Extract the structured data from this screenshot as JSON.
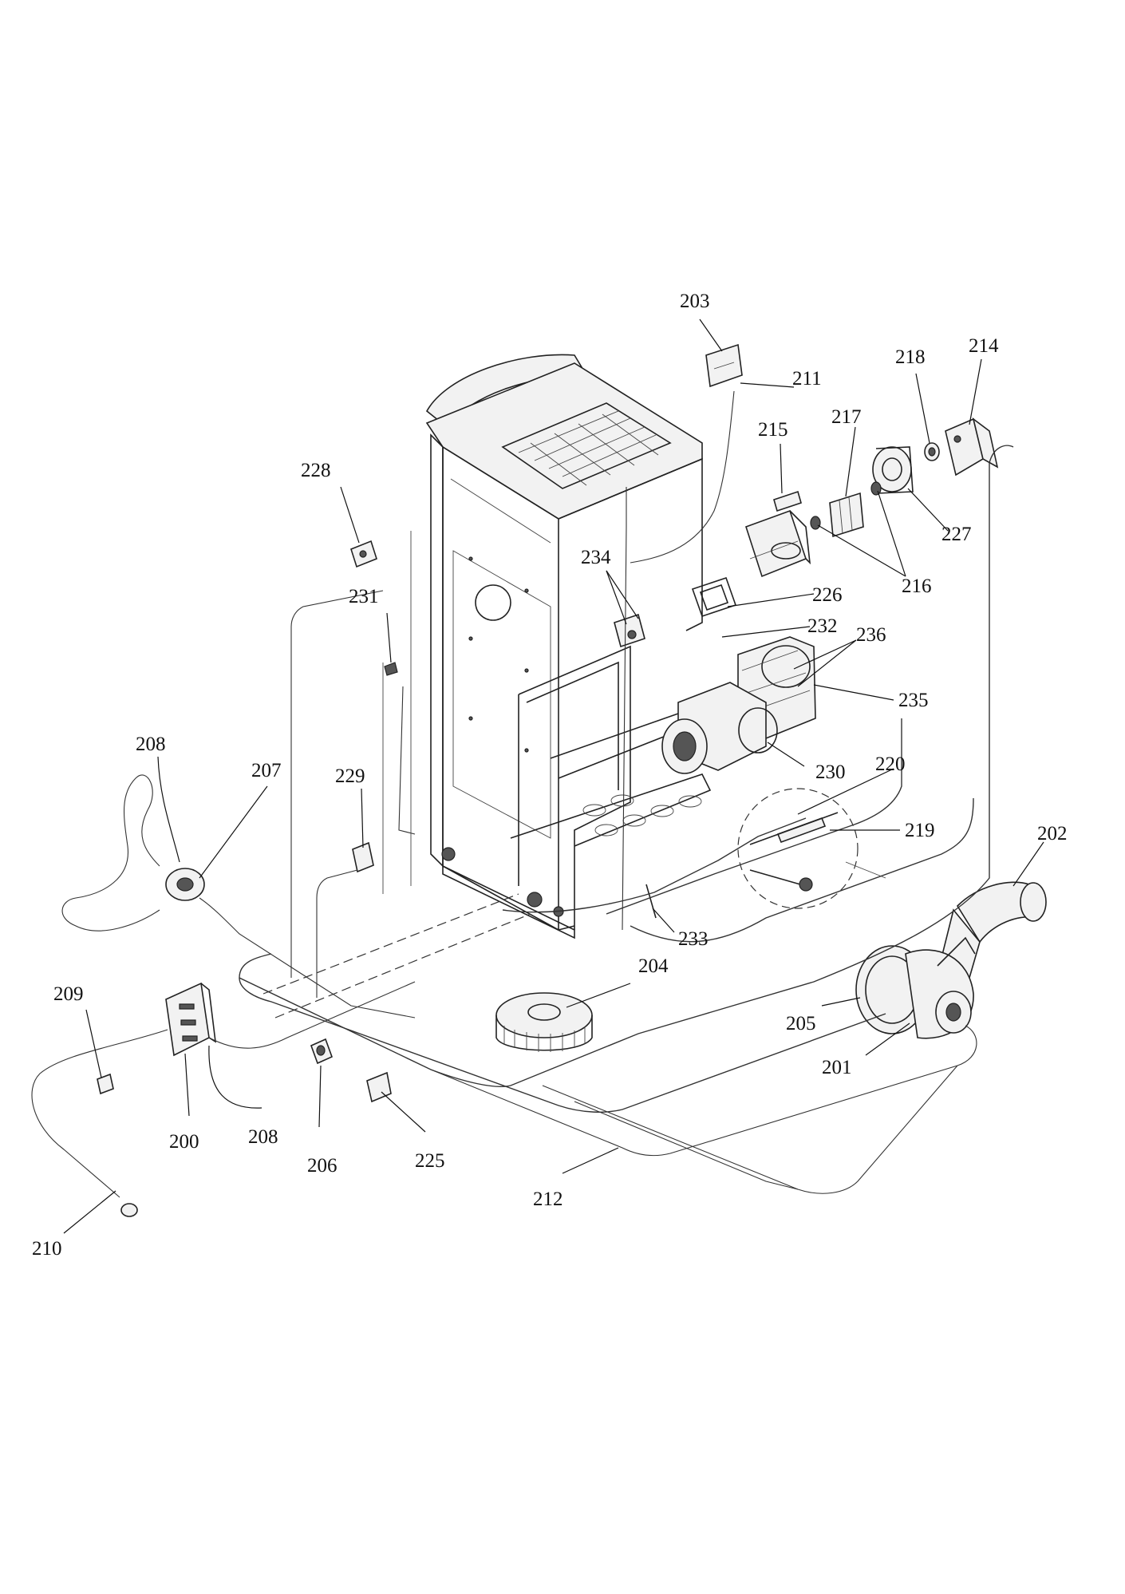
{
  "callouts": [
    {
      "id": "c203",
      "text": "203"
    },
    {
      "id": "c211",
      "text": "211"
    },
    {
      "id": "c218",
      "text": "218"
    },
    {
      "id": "c214",
      "text": "214"
    },
    {
      "id": "c215",
      "text": "215"
    },
    {
      "id": "c217",
      "text": "217"
    },
    {
      "id": "c227",
      "text": "227"
    },
    {
      "id": "c216",
      "text": "216"
    },
    {
      "id": "c228",
      "text": "228"
    },
    {
      "id": "c234",
      "text": "234"
    },
    {
      "id": "c226",
      "text": "226"
    },
    {
      "id": "c231",
      "text": "231"
    },
    {
      "id": "c232",
      "text": "232"
    },
    {
      "id": "c236",
      "text": "236"
    },
    {
      "id": "c235",
      "text": "235"
    },
    {
      "id": "c208a",
      "text": "208"
    },
    {
      "id": "c207",
      "text": "207"
    },
    {
      "id": "c230",
      "text": "230"
    },
    {
      "id": "c220",
      "text": "220"
    },
    {
      "id": "c229",
      "text": "229"
    },
    {
      "id": "c219",
      "text": "219"
    },
    {
      "id": "c202",
      "text": "202"
    },
    {
      "id": "c233",
      "text": "233"
    },
    {
      "id": "c204",
      "text": "204"
    },
    {
      "id": "c209",
      "text": "209"
    },
    {
      "id": "c205",
      "text": "205"
    },
    {
      "id": "c201",
      "text": "201"
    },
    {
      "id": "c200",
      "text": "200"
    },
    {
      "id": "c208b",
      "text": "208"
    },
    {
      "id": "c206",
      "text": "206"
    },
    {
      "id": "c225",
      "text": "225"
    },
    {
      "id": "c212",
      "text": "212"
    },
    {
      "id": "c210",
      "text": "210"
    }
  ]
}
